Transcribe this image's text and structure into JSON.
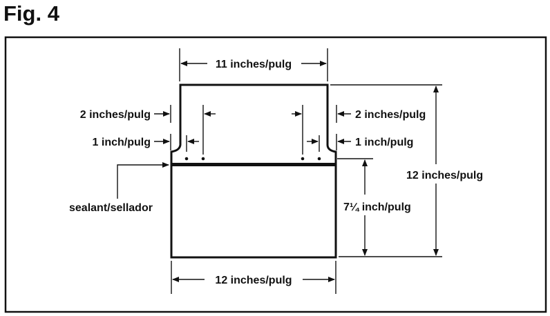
{
  "figure": {
    "title": "Fig. 4",
    "labels": {
      "top_width": "11 inches/pulg",
      "left_2in": "2 inches/pulg",
      "left_1in": "1 inch/pulg",
      "right_2in": "2 inches/pulg",
      "right_1in": "1 inch/pulg",
      "sealant": "sealant/sellador",
      "total_height": "12 inches/pulg",
      "lower_height": "7¼ inch/pulg",
      "bottom_width": "12 inches/pulg"
    }
  }
}
